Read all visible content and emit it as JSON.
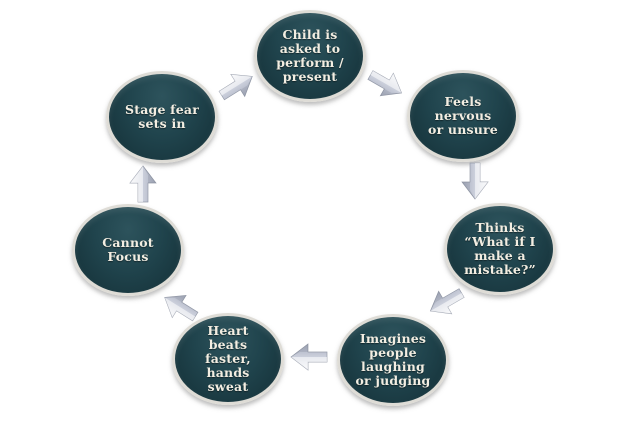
{
  "diagram": {
    "type": "cycle",
    "direction": "clockwise",
    "background": "#ffffff"
  },
  "nodes": [
    {
      "id": "child-asked-to-perform",
      "label": "Child is\nasked to\nperform /\npresent"
    },
    {
      "id": "feels-nervous",
      "label": "Feels\nnervous\nor unsure"
    },
    {
      "id": "thinks-mistake",
      "label": "Thinks\n“What if I\nmake a\nmistake?”"
    },
    {
      "id": "imagines-judging",
      "label": "Imagines\npeople\nlaughing\nor judging"
    },
    {
      "id": "heart-beats-faster",
      "label": "Heart\nbeats\nfaster,\nhands\nsweat"
    },
    {
      "id": "cannot-focus",
      "label": "Cannot\nFocus"
    },
    {
      "id": "stage-fear-sets-in",
      "label": "Stage fear\nsets in"
    }
  ],
  "flow_sequence": [
    "Child is asked to perform / present",
    "Feels nervous or unsure",
    "Thinks “What if I make a mistake?”",
    "Imagines people laughing or judging",
    "Heart beats faster, hands sweat",
    "Cannot Focus",
    "Stage fear sets in"
  ],
  "colors": {
    "node_fill": "#20444d",
    "node_fill_highlight": "#2d535c",
    "node_fill_shadow": "#142f36",
    "node_border": "#dedcd6",
    "node_text": "#f3eee2",
    "arrow_silver": "#c9cdd9",
    "arrow_highlight": "#f4f5f8"
  }
}
